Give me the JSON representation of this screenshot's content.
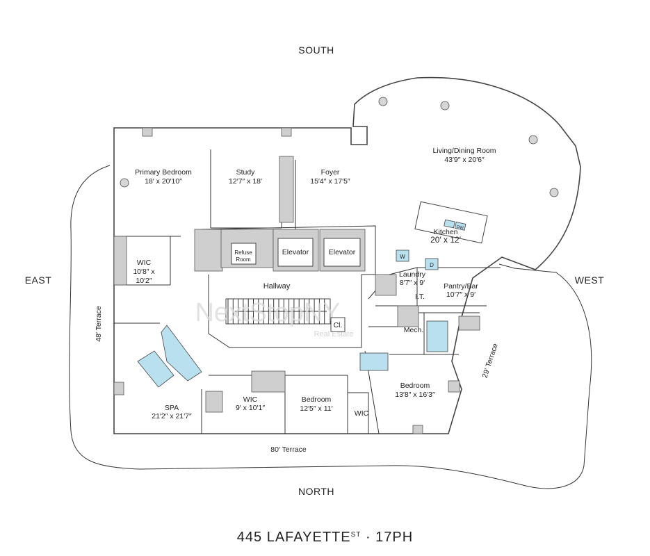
{
  "compass": {
    "south": "SOUTH",
    "north": "NORTH",
    "east": "EAST",
    "west": "WEST"
  },
  "rooms": {
    "primary_bedroom": {
      "name": "Primary Bedroom",
      "dims": "18′ x 20′10″"
    },
    "study": {
      "name": "Study",
      "dims": "12′7″ x 18′"
    },
    "foyer": {
      "name": "Foyer",
      "dims": "15′4″ x 17′5″"
    },
    "living_dining": {
      "name": "Living/Dining Room",
      "dims": "43′9″ x 20′6″"
    },
    "kitchen": {
      "name": "Kitchen",
      "dims": "20′ x 12′"
    },
    "wic_primary": {
      "name": "WIC",
      "dims_line1": "10′8″ x",
      "dims_line2": "10′2″"
    },
    "refuse": {
      "line1": "Refuse",
      "line2": "Room"
    },
    "elevator_1": "Elevator",
    "elevator_2": "Elevator",
    "hallway": "Hallway",
    "closet": "Cl.",
    "laundry": {
      "name": "Laundry",
      "dims": "8′7″ x 9′"
    },
    "pantry": {
      "name": "Pantry/Bar",
      "dims": "10′7″ x 9′"
    },
    "it": "I.T.",
    "mech": "Mech.",
    "spa": {
      "name": "SPA",
      "dims": "21′2″ x 21′7″"
    },
    "wic_2": {
      "name": "WIC",
      "dims": "9′ x 10′1″"
    },
    "bedroom_1": {
      "name": "Bedroom",
      "dims": "12′5″ x 11′"
    },
    "wic_3": "WIC",
    "bedroom_2": {
      "name": "Bedroom",
      "dims": "13′8″ x 16′3″"
    }
  },
  "terraces": {
    "east": "48′ Terrace",
    "north": "80′ Terrace",
    "west": "29′ Terrace"
  },
  "fixtures": {
    "washer": "W",
    "dryer": "D",
    "dishwasher": "DW"
  },
  "watermark": {
    "brand": "NextStopNY",
    "sub": "Real Estate"
  },
  "footer": {
    "address": "445 LAFAYETTE",
    "superscript": "ST",
    "unit": " · 17PH"
  }
}
